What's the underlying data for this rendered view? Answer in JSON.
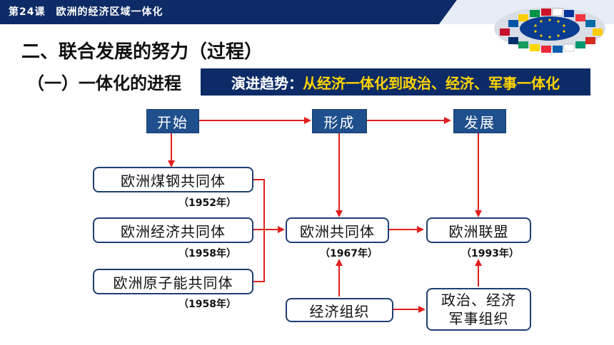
{
  "header": {
    "title": "第24课　欧洲的经济区域一体化"
  },
  "section_title": "二、联合发展的努力（过程）",
  "subsection_title": "（一）一体化的进程",
  "trend": {
    "label": "演进趋势：",
    "text": "从经济一体化到政治、经济、军事一体化"
  },
  "stages": {
    "start": "开始",
    "form": "形成",
    "develop": "发展"
  },
  "orgs": {
    "ecsc": "欧洲煤钢共同体",
    "eec": "欧洲经济共同体",
    "euratom": "欧洲原子能共同体",
    "ec": "欧洲共同体",
    "eu": "欧洲联盟",
    "economic_org": "经济组织",
    "political_line1": "政治、经济",
    "political_line2": "军事组织"
  },
  "years": {
    "ecsc": "（1952年）",
    "eec": "（1958年）",
    "euratom": "（1958年）",
    "ec": "（1967年）",
    "eu": "（1993年）"
  },
  "colors": {
    "navy": "#0d2b66",
    "stage_blue": "#1f4f8c",
    "arrow_red": "#e01f1f",
    "trend_yellow": "#ffd400"
  }
}
